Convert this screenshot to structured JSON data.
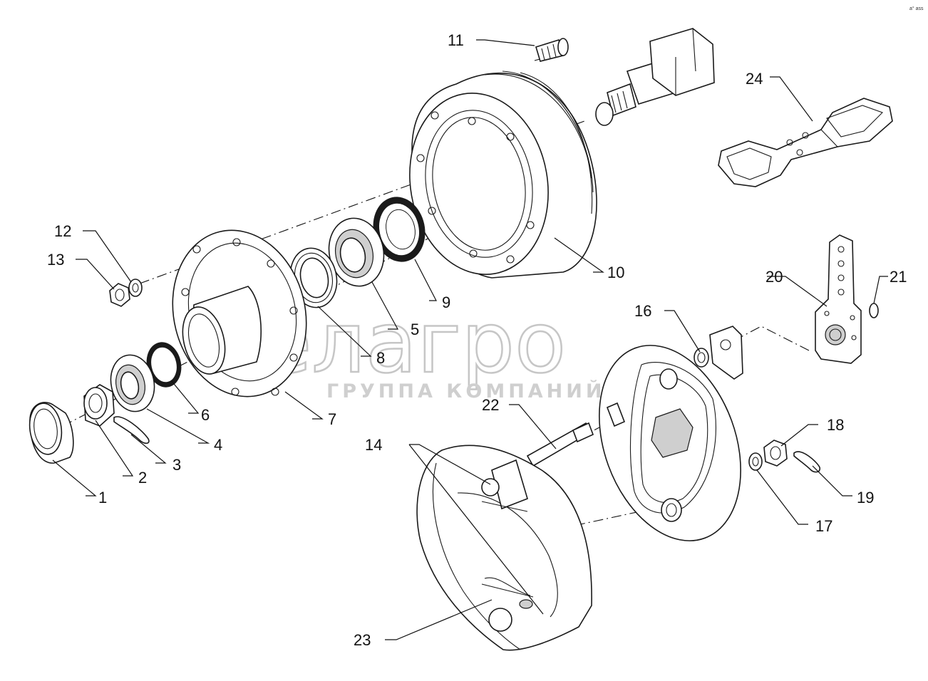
{
  "corner_label": "a° ass",
  "watermark": {
    "brand": "белагро",
    "subtitle": "ГРУППА КОМПАНИЙ"
  },
  "callouts": [
    "1",
    "2",
    "3",
    "4",
    "5",
    "6",
    "7",
    "8",
    "9",
    "10",
    "11",
    "12",
    "13",
    "14",
    "16",
    "17",
    "18",
    "19",
    "20",
    "21",
    "22",
    "23",
    "24"
  ]
}
